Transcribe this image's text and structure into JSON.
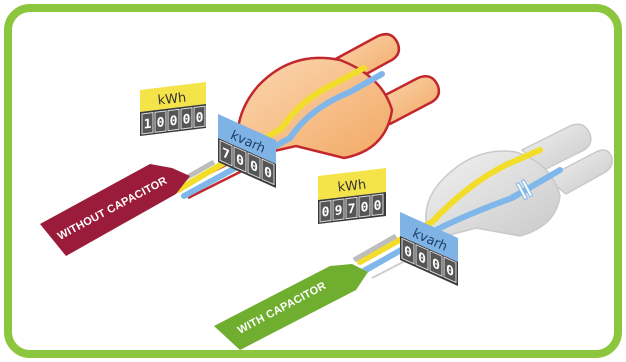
{
  "colors": {
    "border": "#8cc63f",
    "kwh_label": "#f5e34a",
    "kvarh_label": "#7fb3e6",
    "counter_bg": "#3a3a3a",
    "without_arrow": "#9b1b3a",
    "with_arrow": "#6fae2f",
    "wire_yellow": "#f3dd2b",
    "wire_blue": "#7fb7ea",
    "plug_orange": "#f4c08a",
    "plug_grey": "#d6d6d6"
  },
  "without_capacitor": {
    "label": "WITHOUT CAPACITOR",
    "kwh_label": "kWh",
    "kwh_digits": [
      "1",
      "0",
      "0",
      "0",
      "0"
    ],
    "kvarh_label": "kvarh",
    "kvarh_digits": [
      "7",
      "0",
      "0",
      "0"
    ]
  },
  "with_capacitor": {
    "label": "WITH CAPACITOR",
    "kwh_label": "kWh",
    "kwh_digits": [
      "0",
      "9",
      "7",
      "0",
      "0"
    ],
    "kvarh_label": "kvarh",
    "kvarh_digits": [
      "0",
      "0",
      "0",
      "0"
    ],
    "capacitor_icon": "capacitor-icon"
  }
}
